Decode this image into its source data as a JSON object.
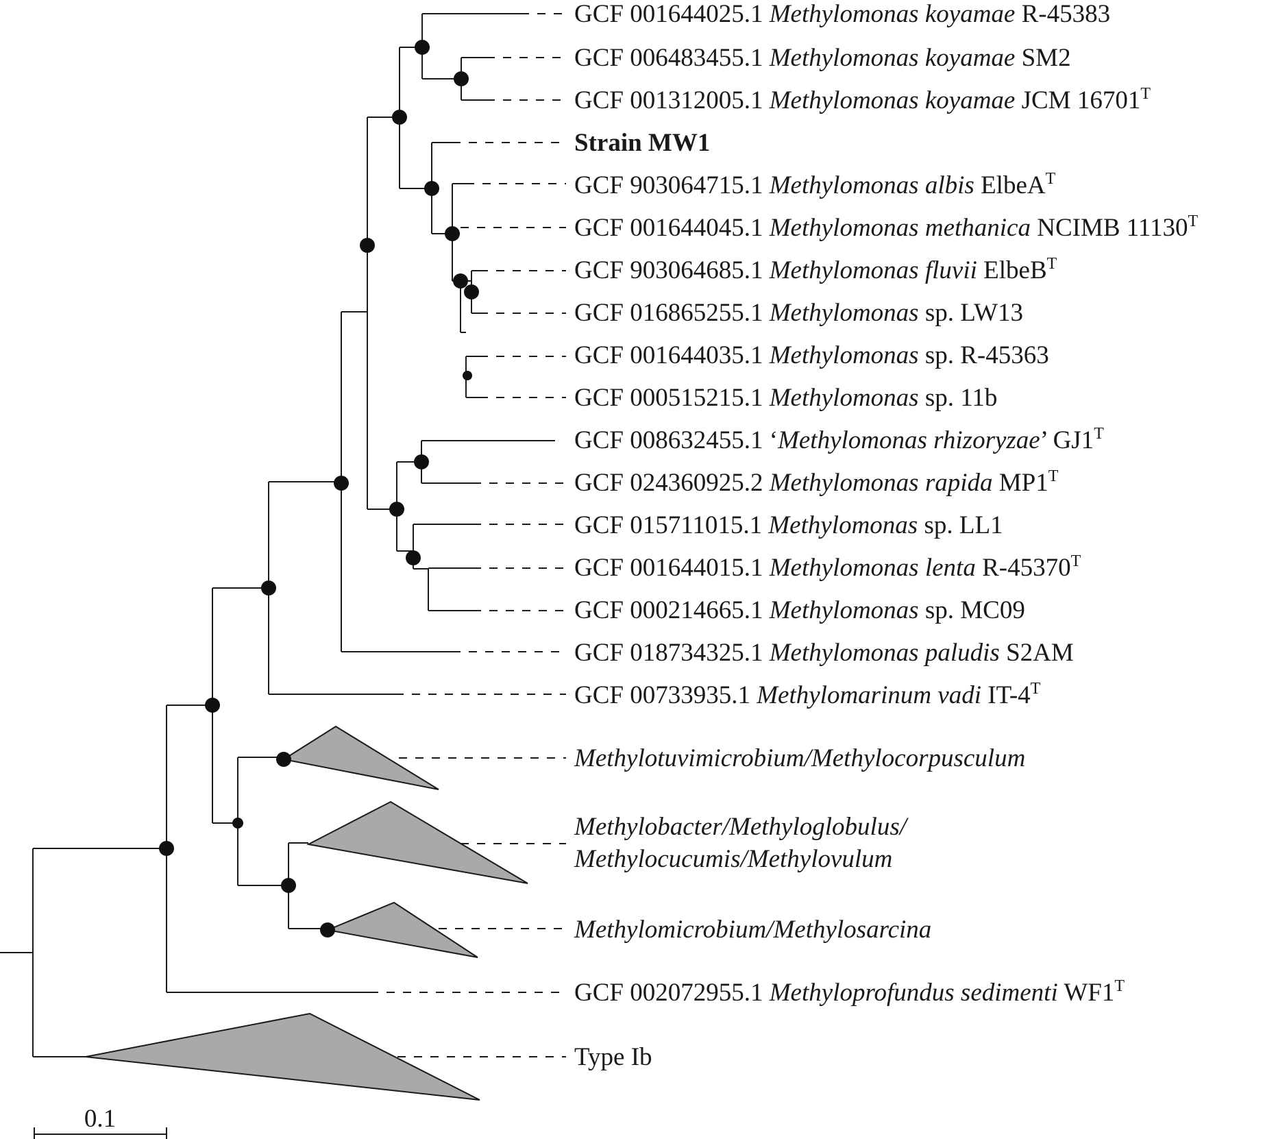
{
  "leaves": [
    {
      "accession": "GCF 001644025.1",
      "genus": "Methylomonas",
      "epithet": "koyamae",
      "strain": "R-45383",
      "type_strain": false
    },
    {
      "accession": "GCF 006483455.1",
      "genus": "Methylomonas",
      "epithet": "koyamae",
      "strain": "SM2",
      "type_strain": false
    },
    {
      "accession": "GCF 001312005.1",
      "genus": "Methylomonas",
      "epithet": "koyamae",
      "strain": "JCM 16701",
      "type_strain": true
    },
    {
      "accession": "",
      "name": "Strain MW1",
      "bold": true
    },
    {
      "accession": "GCF 903064715.1",
      "genus": "Methylomonas",
      "epithet": "albis",
      "strain": "ElbeA",
      "type_strain": true
    },
    {
      "accession": "GCF 001644045.1",
      "genus": "Methylomonas",
      "epithet": "methanica",
      "strain": "NCIMB 11130",
      "type_strain": true
    },
    {
      "accession": "GCF 903064685.1",
      "genus": "Methylomonas",
      "epithet": "fluvii",
      "strain": "ElbeB",
      "type_strain": true
    },
    {
      "accession": "GCF 016865255.1",
      "genus": "Methylomonas",
      "epithet": "",
      "sp": "sp.",
      "strain": "LW13",
      "type_strain": false
    },
    {
      "accession": "GCF 001644035.1",
      "genus": "Methylomonas",
      "epithet": "",
      "sp": "sp.",
      "strain": "R-45363",
      "type_strain": false
    },
    {
      "accession": "GCF 000515215.1",
      "genus": "Methylomonas",
      "epithet": "",
      "sp": "sp.",
      "strain": "11b",
      "type_strain": false
    },
    {
      "accession": "GCF 008632455.1",
      "genus": "Methylomonas",
      "epithet": "rhizoryzae",
      "quoted": true,
      "strain": "GJ1",
      "type_strain": true
    },
    {
      "accession": "GCF 024360925.2",
      "genus": "Methylomonas",
      "epithet": "rapida",
      "strain": "MP1",
      "type_strain": true
    },
    {
      "accession": "GCF 015711015.1",
      "genus": "Methylomonas",
      "epithet": "",
      "sp": "sp.",
      "strain": "LL1",
      "type_strain": false
    },
    {
      "accession": "GCF 001644015.1",
      "genus": "Methylomonas",
      "epithet": "lenta",
      "strain": "R-45370",
      "type_strain": true
    },
    {
      "accession": "GCF 000214665.1",
      "genus": "Methylomonas",
      "epithet": "",
      "sp": "sp.",
      "strain": "MC09",
      "type_strain": false
    },
    {
      "accession": "GCF 018734325.1",
      "genus": "Methylomonas",
      "epithet": "paludis",
      "strain": "S2AM",
      "type_strain": false
    },
    {
      "accession": "GCF 00733935.1",
      "genus": "Methylomarinum",
      "epithet": "vadi",
      "strain": "IT-4",
      "type_strain": true
    },
    {
      "collapsed": true,
      "lines": [
        "Methylotuvimicrobium/Methylocorpusculum"
      ],
      "italic": true
    },
    {
      "collapsed": true,
      "lines": [
        "Methylobacter/Methyloglobulus/",
        "Methylocucumis/Methylovulum"
      ],
      "italic": true
    },
    {
      "collapsed": true,
      "lines": [
        "Methylomicrobium/Methylosarcina"
      ],
      "italic": true
    },
    {
      "accession": "GCF 002072955.1",
      "genus": "Methyloprofundus",
      "epithet": "sedimenti",
      "strain": "WF1",
      "type_strain": true
    },
    {
      "collapsed": true,
      "lines": [
        "Type Ib"
      ],
      "italic": false
    }
  ],
  "type_marker": "T",
  "scale_bar": {
    "label": "0.1",
    "value": 0.1
  }
}
